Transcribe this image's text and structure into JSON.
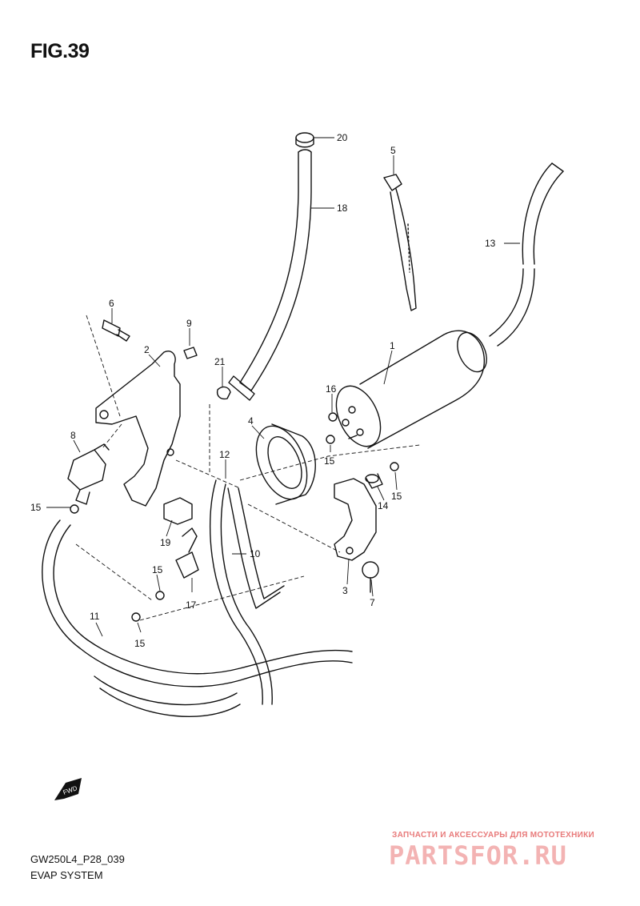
{
  "figure_title": "FIG.39",
  "diagram_code": "GW250L4_P28_039",
  "system_name": "EVAP SYSTEM",
  "forward_marker": "FWD",
  "watermark": {
    "tagline": "ЗАПЧАСТИ И АКСЕССУАРЫ ДЛЯ МОТОТЕХНИКИ",
    "logo": "PARTSFOR.RU"
  },
  "callouts": [
    {
      "id": "c1",
      "label": "1"
    },
    {
      "id": "c2",
      "label": "2"
    },
    {
      "id": "c3",
      "label": "3"
    },
    {
      "id": "c4",
      "label": "4"
    },
    {
      "id": "c5",
      "label": "5"
    },
    {
      "id": "c6",
      "label": "6"
    },
    {
      "id": "c7",
      "label": "7"
    },
    {
      "id": "c8",
      "label": "8"
    },
    {
      "id": "c9",
      "label": "9"
    },
    {
      "id": "c10",
      "label": "10"
    },
    {
      "id": "c11",
      "label": "11"
    },
    {
      "id": "c12",
      "label": "12"
    },
    {
      "id": "c13",
      "label": "13"
    },
    {
      "id": "c14",
      "label": "14"
    },
    {
      "id": "c15a",
      "label": "15"
    },
    {
      "id": "c15b",
      "label": "15"
    },
    {
      "id": "c15c",
      "label": "15"
    },
    {
      "id": "c15d",
      "label": "15"
    },
    {
      "id": "c15e",
      "label": "15"
    },
    {
      "id": "c16",
      "label": "16"
    },
    {
      "id": "c17",
      "label": "17"
    },
    {
      "id": "c18",
      "label": "18"
    },
    {
      "id": "c19",
      "label": "19"
    },
    {
      "id": "c20",
      "label": "20"
    },
    {
      "id": "c21",
      "label": "21"
    }
  ]
}
